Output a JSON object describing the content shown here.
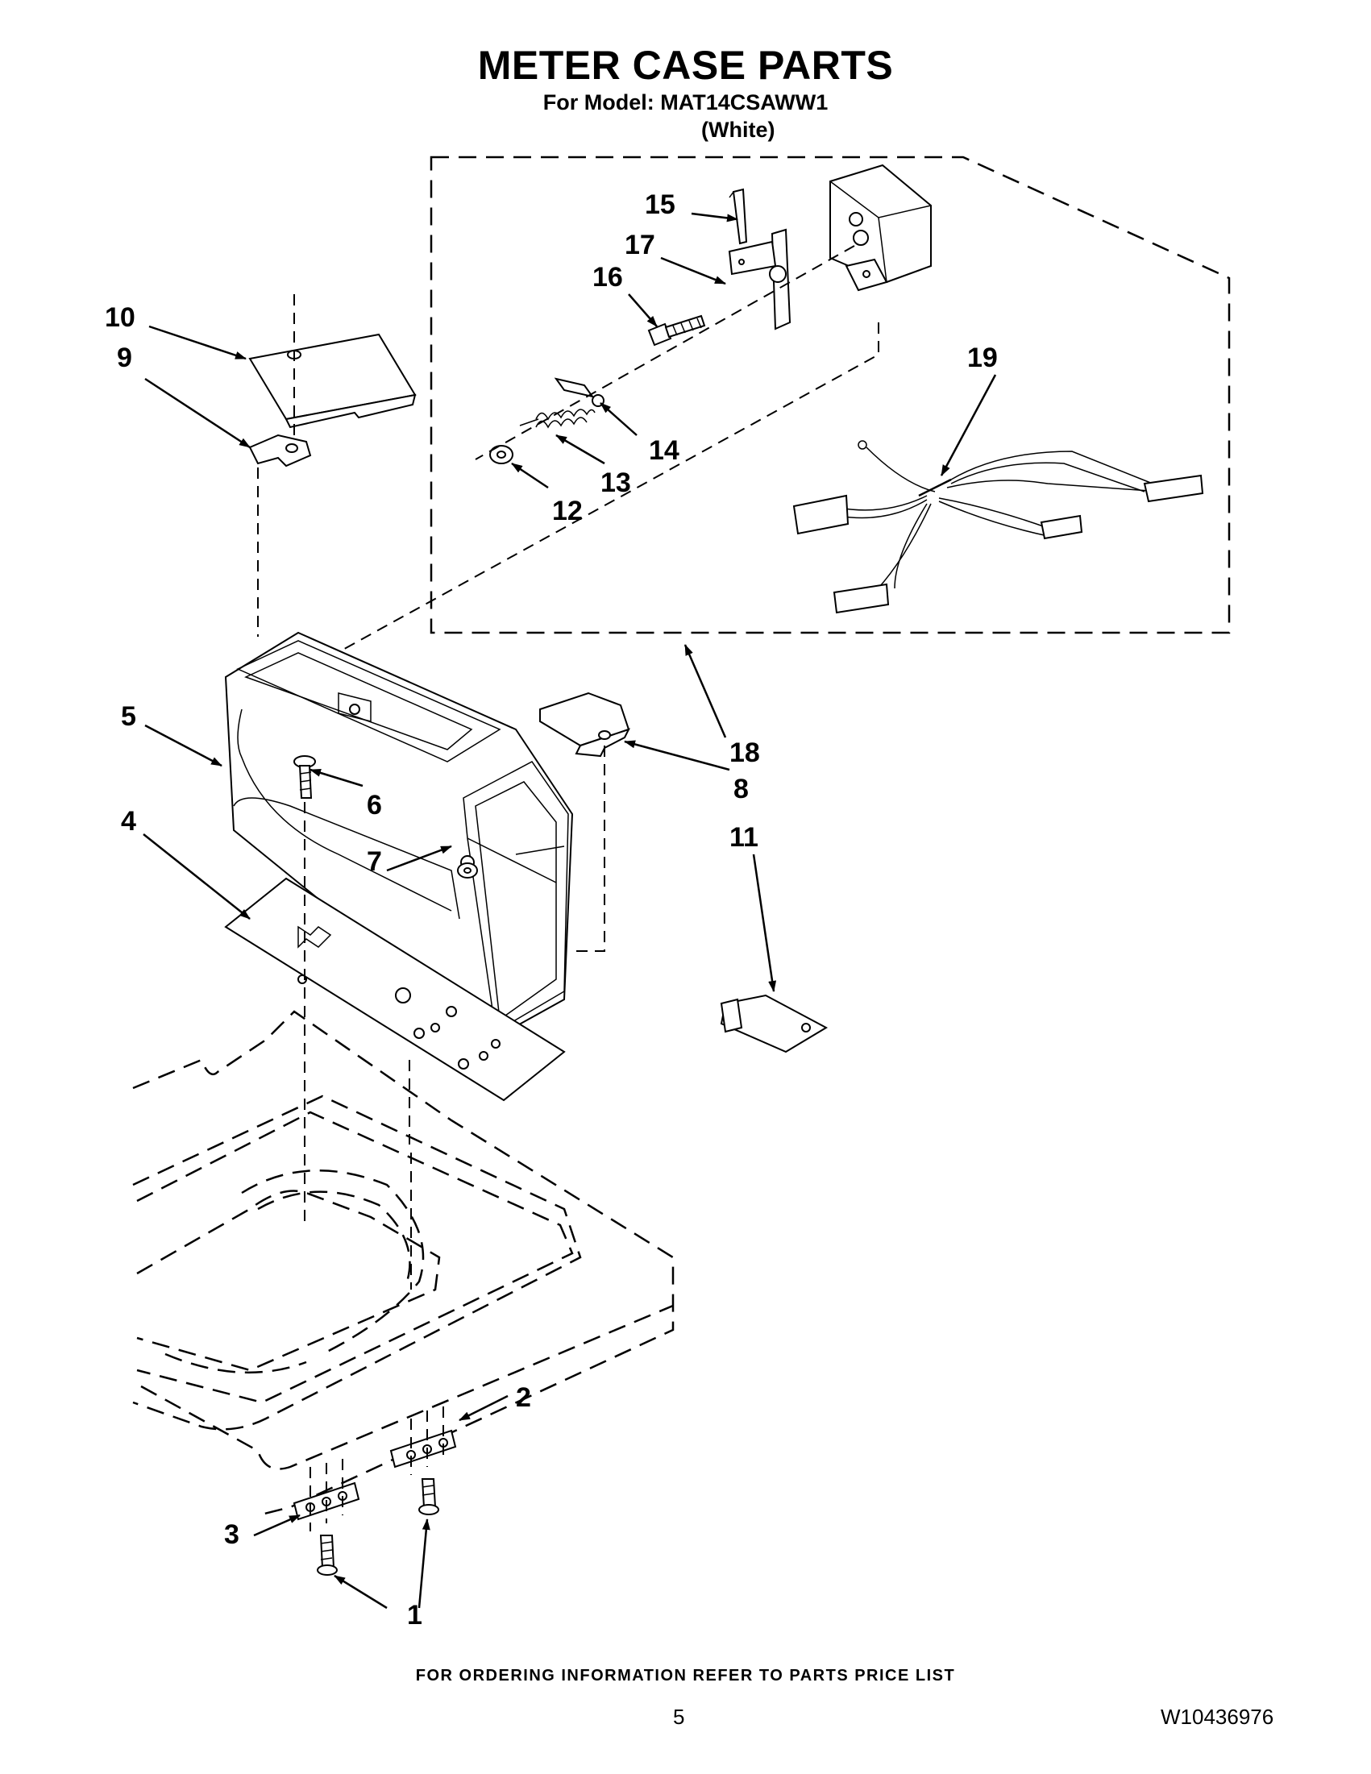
{
  "header": {
    "title": "METER CASE PARTS",
    "model_line": "For Model: MAT14CSAWW1",
    "color_line": "(White)"
  },
  "callouts": [
    "1",
    "2",
    "3",
    "4",
    "5",
    "6",
    "7",
    "8",
    "9",
    "10",
    "11",
    "12",
    "13",
    "14",
    "15",
    "16",
    "17",
    "18",
    "19"
  ],
  "footer": {
    "ordering_note": "FOR ORDERING INFORMATION REFER TO PARTS PRICE LIST",
    "page_number": "5",
    "document_number": "W10436976"
  }
}
